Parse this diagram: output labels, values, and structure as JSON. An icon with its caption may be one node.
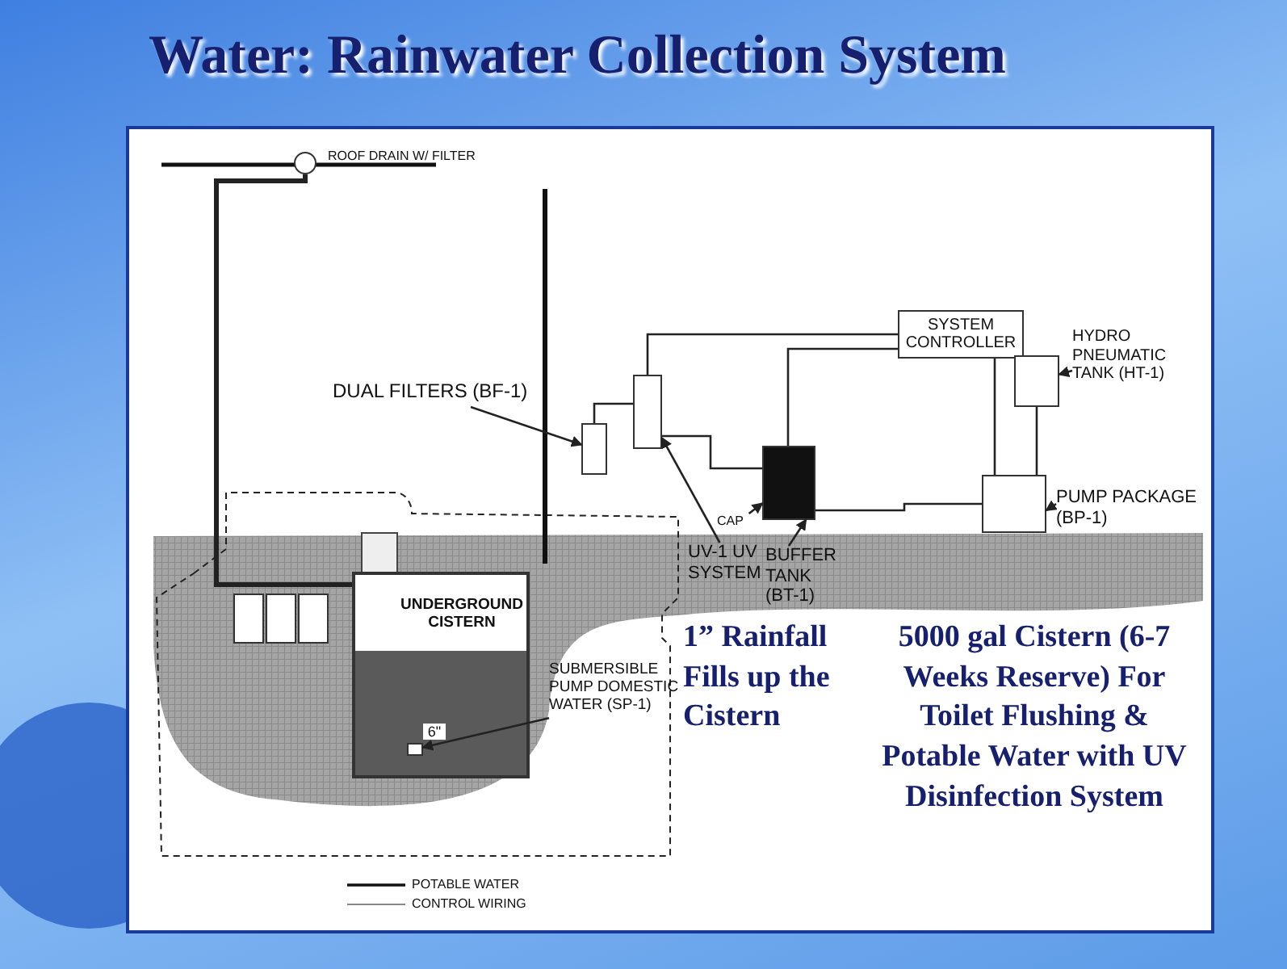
{
  "diagram": {
    "title": "Water: Rainwater Collection System",
    "nodes": [
      {
        "text": [],
        "shape": "circle",
        "beside": [
          "ROOF DRAIN W/ FILTER"
        ]
      },
      {
        "text": [
          "DUAL FILTERS (BF-1)"
        ]
      },
      {
        "text": [],
        "shape": "box"
      },
      {
        "text": [
          "UV-1 UV SYSTEM"
        ]
      },
      {
        "text": [],
        "shape": "box"
      },
      {
        "text": [
          "SYSTEM CONTROLLER"
        ]
      },
      {
        "text": [
          "HYDRO PNEUMATIC TANK (HT-1)"
        ]
      },
      {
        "text": [],
        "shape": "box"
      },
      {
        "text": [
          "PUMP PACKAGE (BP-1)"
        ]
      },
      {
        "text": [],
        "shape": "box"
      },
      {
        "text": [
          "BUFFER TANK (BT-1)"
        ]
      },
      {
        "text": [],
        "shape": "box"
      },
      {
        "text": [
          "CAP"
        ]
      },
      {
        "text": [
          "UNDERGROUND CISTERN"
        ]
      },
      {
        "text": [
          "SUBMERSIBLE PUMP DOMESTIC WATER (SP-1)"
        ]
      },
      {
        "text": [],
        "shape": "box",
        "in": 13
      }
    ],
    "edges": [
      {
        "from": 1,
        "to": 2,
        "arrow": "to"
      },
      {
        "from": 3,
        "to": 4,
        "arrow": "to"
      },
      {
        "from": 6,
        "to": 7,
        "arrow": "to"
      },
      {
        "from": 8,
        "to": 9,
        "arrow": "to"
      },
      {
        "from": 10,
        "to": 11,
        "arrow": "to"
      },
      {
        "from": 12,
        "to": 11,
        "arrow": "to"
      },
      {
        "from": 14,
        "to": 15,
        "arrow": "to"
      },
      {
        "from": 0,
        "to": 13,
        "arrow": "none",
        "style": "thick"
      },
      {
        "from": 2,
        "to": 4,
        "arrow": "none"
      },
      {
        "from": 4,
        "to": 11,
        "arrow": "none"
      },
      {
        "from": 11,
        "to": 9,
        "arrow": "none"
      },
      {
        "from": 7,
        "to": 9,
        "arrow": "none"
      },
      {
        "from": 4,
        "to": 5,
        "arrow": "none"
      },
      {
        "from": 11,
        "to": 5,
        "arrow": "none"
      },
      {
        "from": 9,
        "to": 5,
        "arrow": "none"
      }
    ],
    "labels": [
      "6\"",
      "1” Rainfall Fills up the Cistern",
      "5000 gal Cistern (6-7 Weeks Reserve) For Toilet Flushing & Potable Water with UV Disinfection System"
    ],
    "legend": [
      {
        "text": "POTABLE WATER"
      },
      {
        "text": "CONTROL WIRING"
      }
    ]
  }
}
